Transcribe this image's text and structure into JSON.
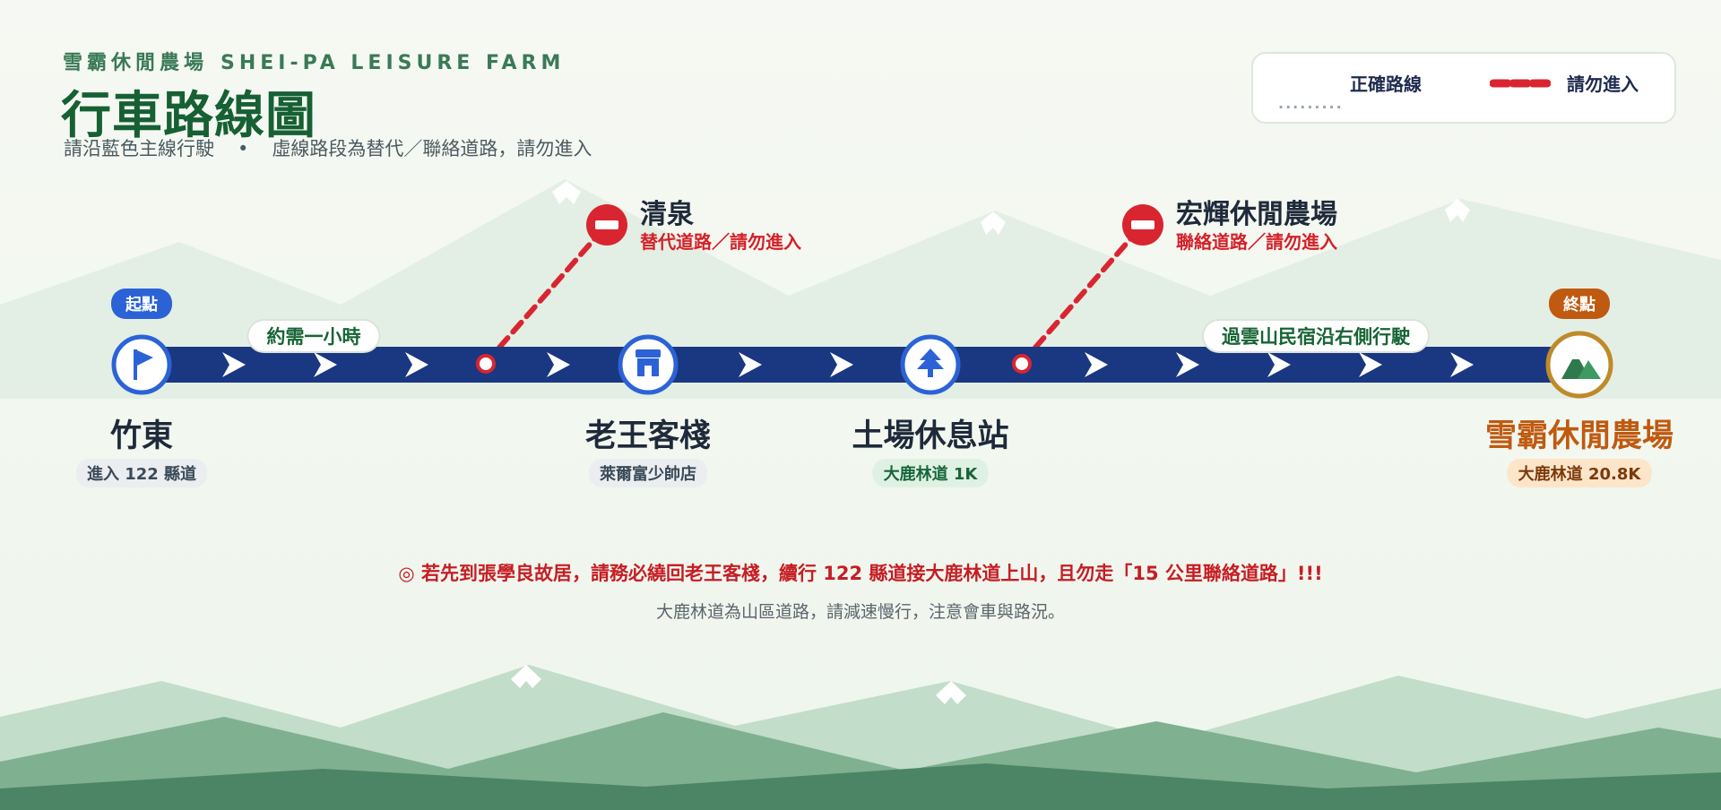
{
  "header": {
    "brand_zh": "雪霸休閒農場",
    "brand_en": "SHEI-PA LEISURE FARM",
    "title": "行車路線圖",
    "subtitle_1": "請沿藍色主線行駛",
    "subtitle_sep": "•",
    "subtitle_2": "虛線路段為替代／聯絡道路，請勿進入"
  },
  "legend": {
    "main_label": "正確路線",
    "nogo_label": "請勿進入"
  },
  "badges": {
    "start": "起點",
    "end": "終點"
  },
  "segment_labels": {
    "first": "約需一小時",
    "last": "過雲山民宿沿右側行駛"
  },
  "stations": [
    {
      "name": "竹東",
      "tag": "進入 122 縣道",
      "icon": "flag-icon"
    },
    {
      "name": "老王客棧",
      "tag": "萊爾富少帥店",
      "icon": "store-icon"
    },
    {
      "name": "土場休息站",
      "tag": "大鹿林道 1K",
      "icon": "tree-icon"
    },
    {
      "name": "雪霸休閒農場",
      "tag": "大鹿林道 20.8K",
      "icon": "mountain-icon"
    }
  ],
  "no_entry": [
    {
      "name": "清泉",
      "note": "替代道路／請勿進入",
      "icon": "no-entry-icon"
    },
    {
      "name": "宏輝休閒農場",
      "note": "聯絡道路／請勿進入",
      "icon": "no-entry-icon"
    }
  ],
  "notes": {
    "warning": "◎ 若先到張學良故居，請務必繞回老王客棧，續行 122 縣道接大鹿林道上山，且勿走「15 公里聯絡道路」!!!",
    "caution": "大鹿林道為山區道路，請減速慢行，注意會車與路況。"
  },
  "colors": {
    "route": "#1a3781",
    "station_ring": "#2b63d6",
    "destination": "#bf5a10",
    "no_entry": "#d92530",
    "brand_green": "#166034",
    "mountain_light": "#c2ddc9",
    "mountain_mid": "#7fb08f",
    "mountain_dark": "#4b8565"
  }
}
